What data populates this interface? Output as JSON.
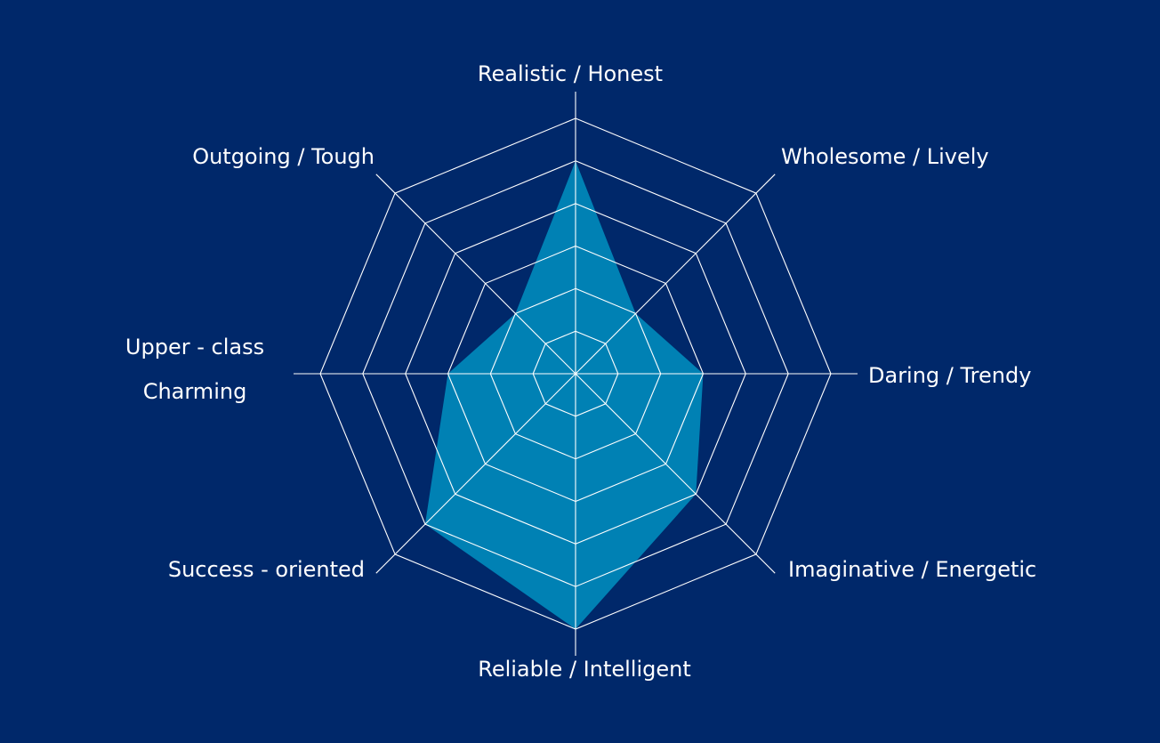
{
  "chart_data": {
    "type": "radar",
    "levels": 6,
    "range": [
      0,
      6
    ],
    "grid": true,
    "legend": "none",
    "axes": [
      {
        "label": [
          "Realistic / Honest"
        ],
        "value": 5
      },
      {
        "label": [
          "Wholesome / Lively"
        ],
        "value": 2
      },
      {
        "label": [
          "Daring / Trendy"
        ],
        "value": 3
      },
      {
        "label": [
          "Imaginative / Energetic"
        ],
        "value": 4
      },
      {
        "label": [
          "Reliable / Intelligent"
        ],
        "value": 6
      },
      {
        "label": [
          "Success - oriented"
        ],
        "value": 5
      },
      {
        "label": [
          "Upper - class",
          "Charming"
        ],
        "value": 3
      },
      {
        "label": [
          "Outgoing / Tough"
        ],
        "value": 2
      }
    ],
    "colors": {
      "background": "#00286a",
      "fill": "#0081b4",
      "grid": "#ffffff",
      "text": "#ffffff"
    }
  }
}
